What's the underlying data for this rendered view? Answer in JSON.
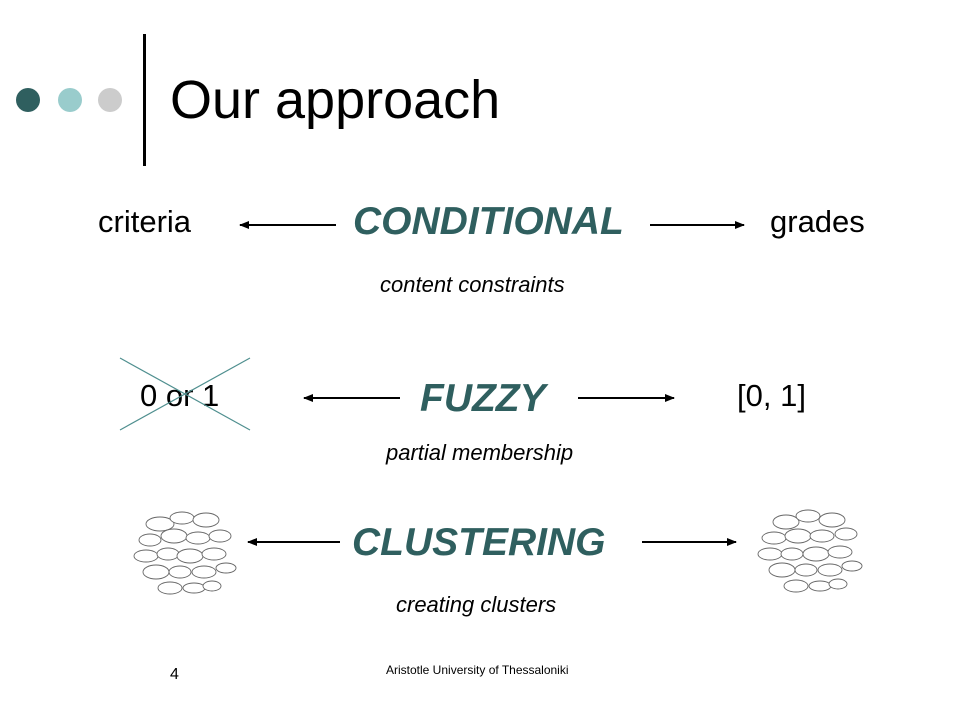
{
  "slide": {
    "title": "Our approach",
    "page_number": "4",
    "footer": "Aristotle University of Thessaloniki"
  },
  "colors": {
    "accent": "#2f5f5f",
    "dot_dark": "#2f5f5f",
    "dot_mid": "#99cccc",
    "dot_light": "#cccccc",
    "cross": "#4f8f8f"
  },
  "rows": [
    {
      "left": "criteria",
      "center": "CONDITIONAL",
      "right": "grades",
      "caption": "content constraints"
    },
    {
      "left": "0 or 1",
      "center": "FUZZY",
      "right": "[0, 1]",
      "caption": "partial membership"
    },
    {
      "left_icon": "cluster-diagram-icon",
      "center": "CLUSTERING",
      "right_icon": "cluster-diagram-icon",
      "caption": "creating clusters"
    }
  ]
}
